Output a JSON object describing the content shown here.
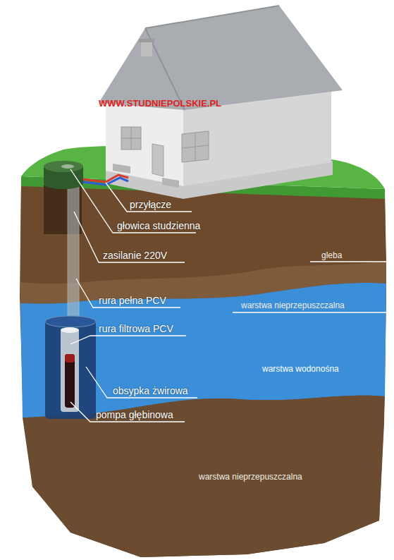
{
  "diagram": {
    "labels": [
      "WWW.STUDNIEPOLSKIE.PL",
      "przyłącze",
      "głowica studzienna",
      "zasilanie 220V",
      "gleba",
      "rura pełna PCV",
      "warstwa nieprzepuszczalna",
      "rura filtrowa PCV",
      "warstwa wodonośna",
      "obsypka żwirowa",
      "pompa głębinowa",
      "warstwa nieprzepuszczalna"
    ]
  }
}
